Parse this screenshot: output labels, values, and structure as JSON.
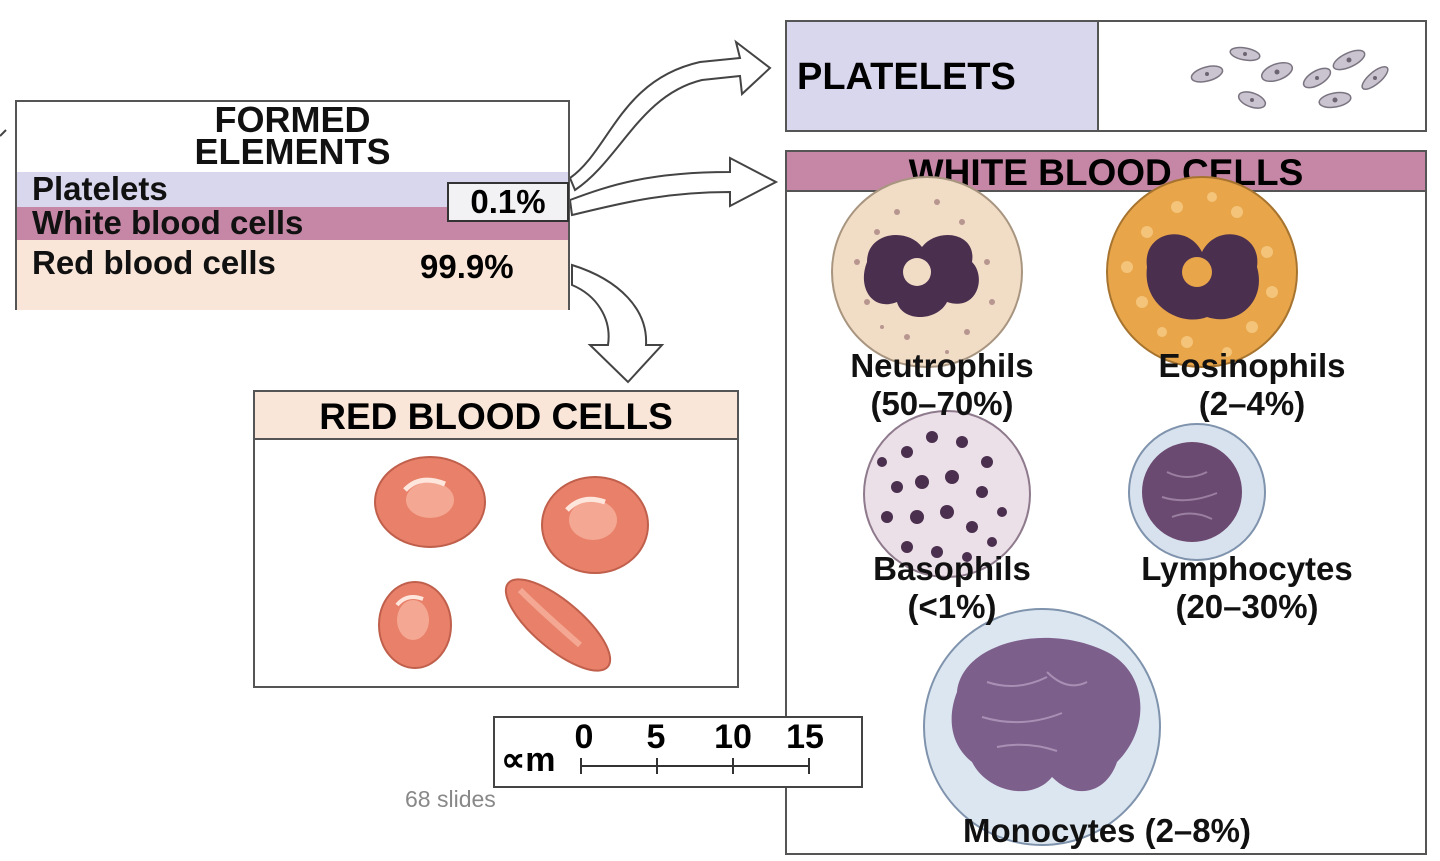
{
  "formed_elements": {
    "title_line1": "FORMED",
    "title_line2": "ELEMENTS",
    "platelets_label": "Platelets",
    "wbc_label": "White blood cells",
    "rbc_label": "Red blood cells",
    "platelets_wbc_percent": "0.1%",
    "rbc_percent": "99.9%"
  },
  "platelets_panel": {
    "title": "PLATELETS"
  },
  "wbc_panel": {
    "title": "WHITE BLOOD CELLS",
    "cells": [
      {
        "name": "Neutrophils",
        "range": "(50–70%)"
      },
      {
        "name": "Eosinophils",
        "range": "(2–4%)"
      },
      {
        "name": "Basophils",
        "range": "(<1%)"
      },
      {
        "name": "Lymphocytes",
        "range": "(20–30%)"
      },
      {
        "name": "Monocytes",
        "range": "(2–8%)"
      }
    ]
  },
  "rbc_panel": {
    "title": "RED BLOOD CELLS"
  },
  "scale": {
    "unit": "∝m",
    "ticks": [
      "0",
      "5",
      "10",
      "15"
    ]
  },
  "footer": {
    "slides_note": "68 slides"
  },
  "colors": {
    "platelet_lavender": "#d9d7ee",
    "wbc_pink": "#c687a6",
    "rbc_peach": "#f9e6d8",
    "rbc_red": "#e8806a",
    "nucleus_purple": "#4a2f4f"
  }
}
